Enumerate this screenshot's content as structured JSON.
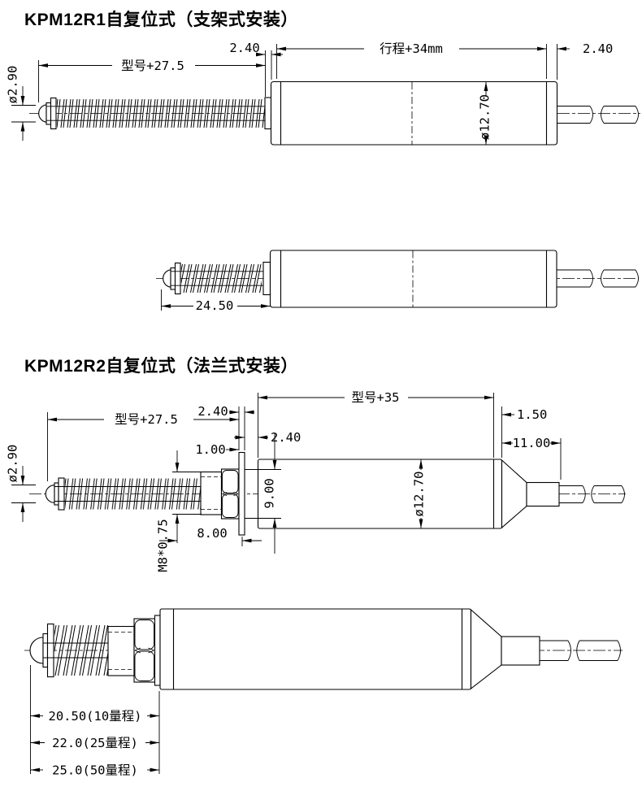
{
  "page": {
    "background": "#ffffff",
    "line_color": "#000000"
  },
  "titles": {
    "kpm12r1": "KPM12R1自复位式（支架式安装）",
    "kpm12r2": "KPM12R2自复位式（法兰式安装）"
  },
  "kpm12r1": {
    "extended": {
      "bracket_thickness": "2.40",
      "stroke_length": "行程+34mm",
      "cap_length": "2.40",
      "model_length": "型号+27.5",
      "tip_diameter": "ø2.90",
      "body_diameter": "ø12.70"
    },
    "compressed": {
      "tip_length": "24.50"
    }
  },
  "kpm12r2": {
    "extended": {
      "model_length": "型号+27.5",
      "flange_gap": "2.40",
      "body_length": "型号+35",
      "cap_length": "1.50",
      "step_length": "2.40",
      "tail_length": "11.00",
      "flange_thickness": "1.00",
      "tip_diameter": "ø2.90",
      "step_diameter": "9.00",
      "body_diameter": "ø12.70",
      "thread_spec": "M8*0.75",
      "thread_length": "8.00"
    },
    "compressed": {
      "range_10": "20.50(10量程)",
      "range_25": "22.0(25量程)",
      "range_50": "25.0(50量程)"
    }
  }
}
